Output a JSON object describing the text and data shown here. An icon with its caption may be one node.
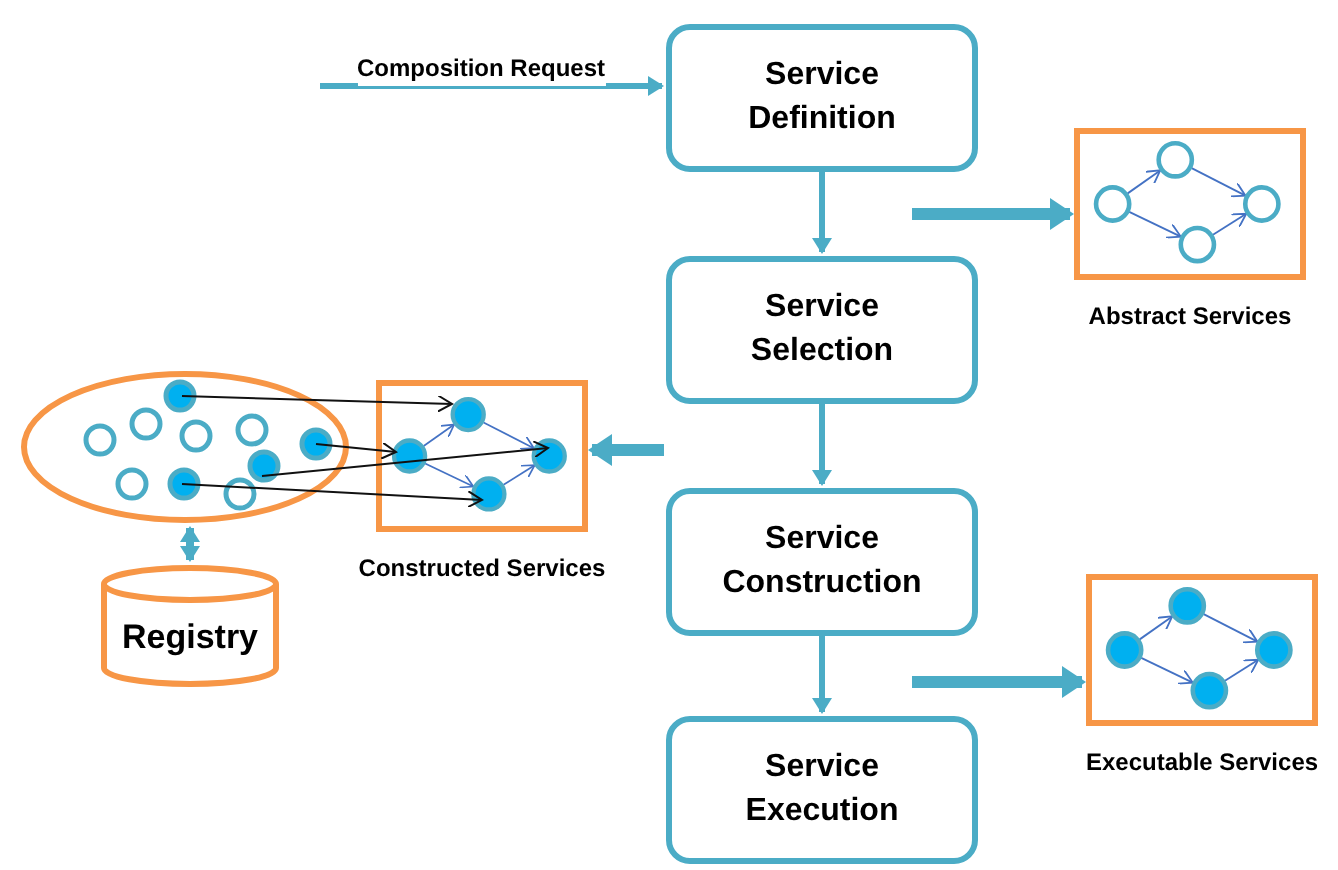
{
  "diagram": {
    "nodes": [
      {
        "text": [
          "Service Definition"
        ]
      },
      {
        "text": [
          "Service Selection"
        ]
      },
      {
        "text": [
          "Service Construction"
        ]
      },
      {
        "text": [
          "Service Execution"
        ]
      },
      {
        "text": [],
        "shape": "box",
        "beside": [
          "Abstract Services"
        ]
      },
      {
        "text": [],
        "shape": "box",
        "beside": [
          "Constructed Services"
        ]
      },
      {
        "text": [],
        "shape": "box",
        "beside": [
          "Executable Services"
        ]
      },
      {
        "text": [],
        "shape": "ellipse"
      },
      {
        "text": [
          "Registry"
        ]
      }
    ],
    "edges": [
      {
        "from": null,
        "to": 0,
        "arrow": "to",
        "label": "Composition Request"
      },
      {
        "from": 0,
        "to": 1,
        "arrow": "to"
      },
      {
        "from": 1,
        "to": 2,
        "arrow": "to"
      },
      {
        "from": 2,
        "to": 3,
        "arrow": "to"
      },
      {
        "from": null,
        "to": 4,
        "arrow": "to",
        "style": "thick"
      },
      {
        "from": null,
        "to": 5,
        "arrow": "to",
        "style": "thick"
      },
      {
        "from": null,
        "to": 6,
        "arrow": "to",
        "style": "thick"
      },
      {
        "from": 7,
        "to": 8,
        "arrow": "both"
      },
      {
        "from": 7,
        "to": 5,
        "arrow": "to",
        "color": "#111111"
      },
      {
        "from": 7,
        "to": 5,
        "arrow": "to",
        "color": "#111111"
      },
      {
        "from": 7,
        "to": 5,
        "arrow": "to",
        "color": "#111111"
      },
      {
        "from": 7,
        "to": 5,
        "arrow": "to",
        "color": "#111111"
      }
    ]
  }
}
